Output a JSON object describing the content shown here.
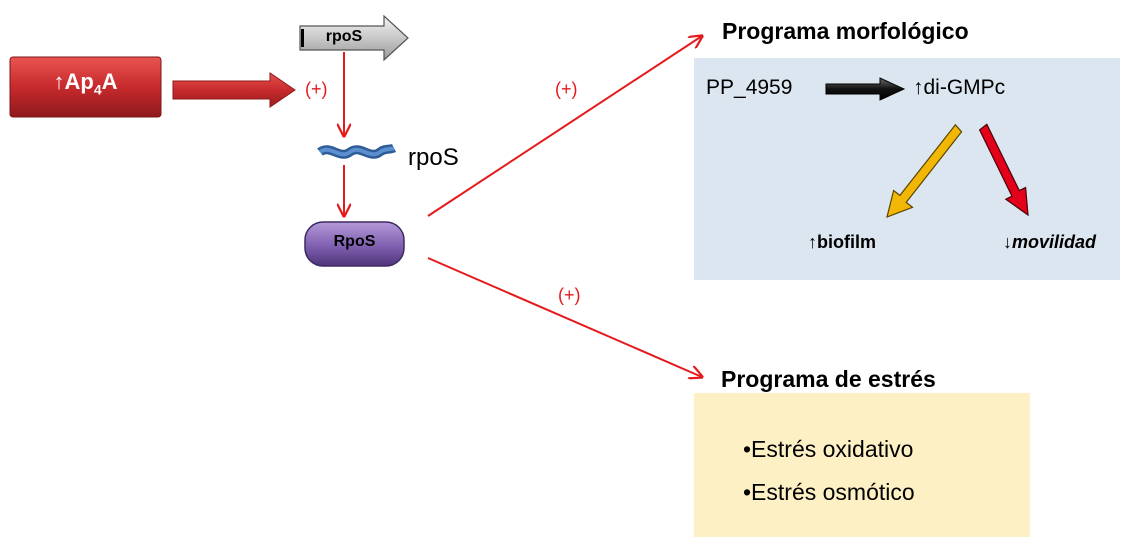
{
  "ap4a": {
    "arrow": "↑",
    "base": "Ap",
    "sub": "4",
    "tail": "A"
  },
  "gene_label": "rpoS",
  "mrna_label": "rpoS",
  "protein_label": "RpoS",
  "plus_labels": {
    "gene": "(+)",
    "upper": "(+)",
    "lower": "(+)"
  },
  "morfologico": {
    "title": "Programa morfológico",
    "gene": "PP_4959",
    "product": "↑di-GMPc",
    "biofilm_arrow": "↑",
    "biofilm": "biofilm",
    "movilidad_arrow": "↓",
    "movilidad": "movilidad"
  },
  "estres": {
    "title": "Programa de estrés",
    "items": [
      "•Estrés oxidativo",
      "•Estrés osmótico"
    ]
  },
  "colors": {
    "red_arrow": "#e41a1c",
    "ap4a_box": "#c0272d",
    "morph_bg": "#dce6f1",
    "stress_bg": "#fdf0c5",
    "rpos_purple": "#7f5fb0",
    "mrna_blue": "#3f6fa8",
    "yellow_arrow": "#f2b705",
    "red_fill_arrow": "#e2001a"
  }
}
